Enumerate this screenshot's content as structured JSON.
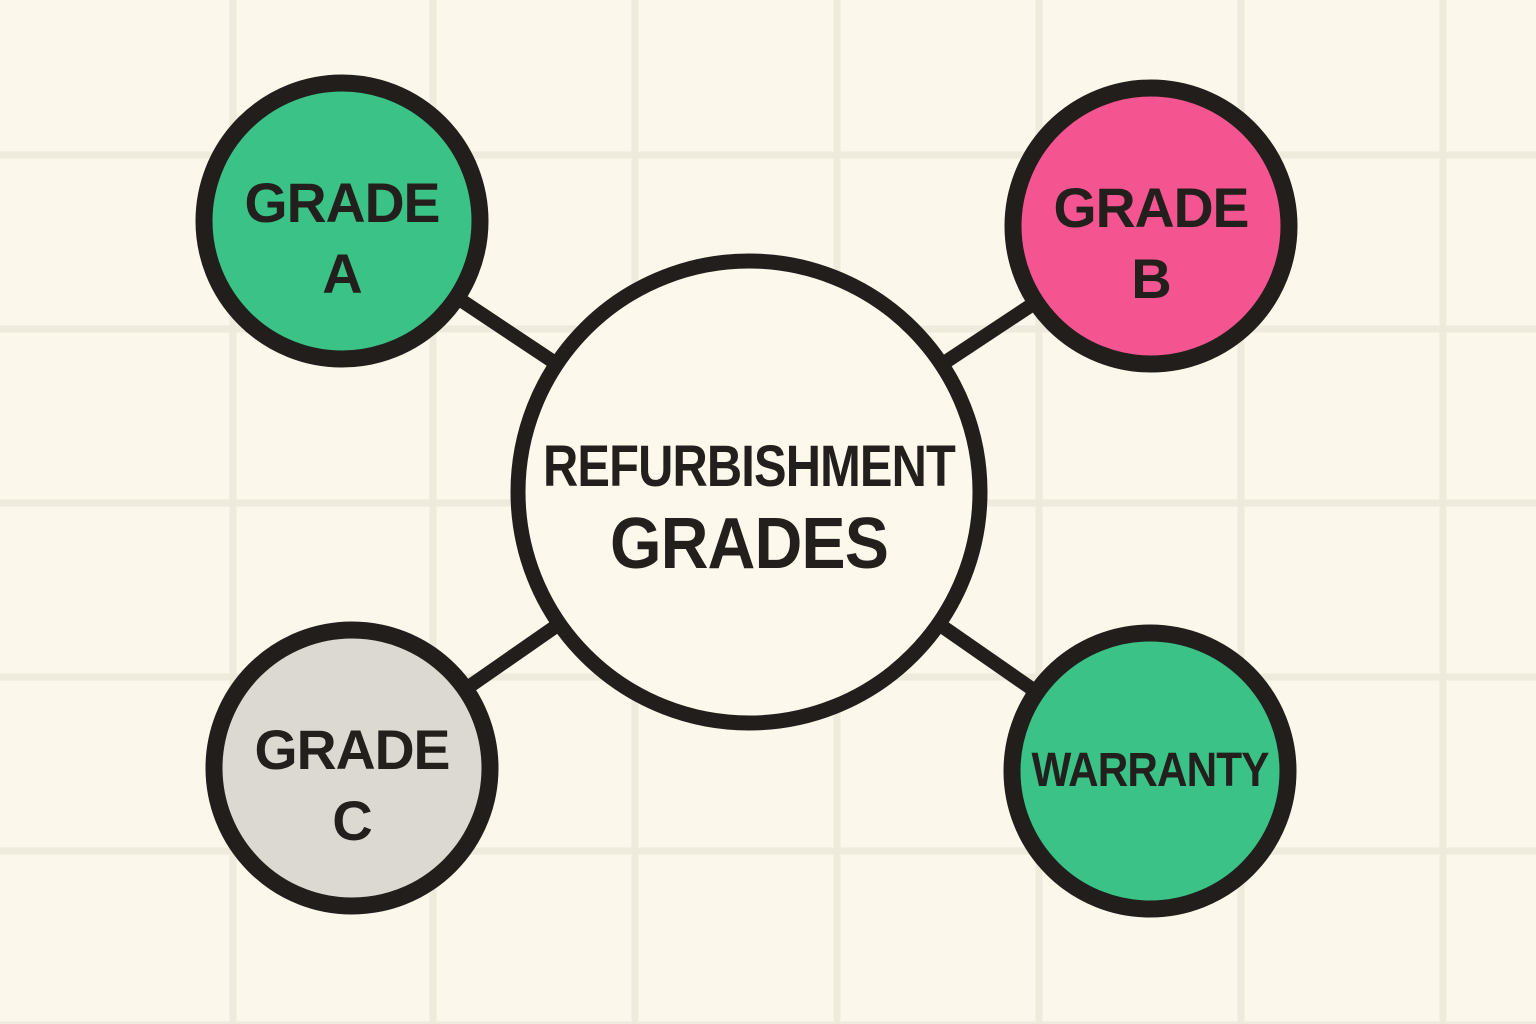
{
  "title": {
    "line1": "REFURBISHMENT",
    "line2": "GRADES"
  },
  "nodes": [
    {
      "id": "grade-a",
      "line1": "GRADE",
      "line2": "A",
      "color": "#3BC287"
    },
    {
      "id": "grade-b",
      "line1": "GRADE",
      "line2": "B",
      "color": "#F4548F"
    },
    {
      "id": "grade-c",
      "line1": "GRADE",
      "line2": "C",
      "color": "#DCD9D2"
    },
    {
      "id": "warranty",
      "line1": "WARRANTY",
      "line2": "",
      "color": "#3BC287"
    }
  ],
  "colors": {
    "background": "#FBF7EA",
    "center_fill": "#FCF8EB",
    "outline": "#211E1B",
    "text": "#221F1C",
    "grid": "#EDE9DB",
    "green": "#3BC287",
    "pink": "#F4548F",
    "gray": "#DCD9D2"
  }
}
